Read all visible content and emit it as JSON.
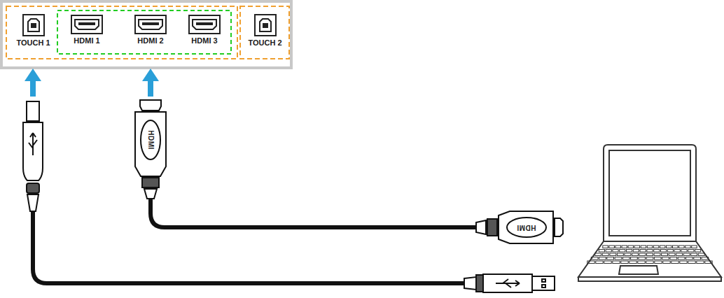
{
  "diagram": {
    "nodes": [
      {
        "text": [
          "TOUCH 1"
        ]
      },
      {
        "text": [
          "HDMI 1"
        ]
      },
      {
        "text": [
          "HDMI 2"
        ]
      },
      {
        "text": [
          "HDMI 3"
        ]
      },
      {
        "text": [
          "TOUCH 2"
        ]
      }
    ],
    "labels": [
      "HDMI",
      "HDMI"
    ]
  }
}
